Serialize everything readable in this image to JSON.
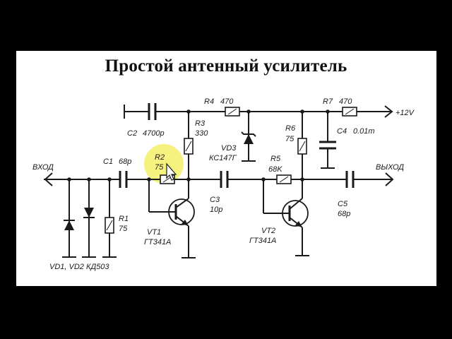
{
  "title": "Простой антенный усилитель",
  "colors": {
    "highlight": "#f4f06a",
    "ink": "#1a1a1a",
    "background": "#000000",
    "sheet": "#ffffff"
  },
  "ports": {
    "input": "ВХОД",
    "output": "ВЫХОД",
    "supply": "+12V"
  },
  "components": {
    "c1": {
      "ref": "C1",
      "value": "68p"
    },
    "c2": {
      "ref": "C2",
      "value": "4700p"
    },
    "c3": {
      "ref": "C3",
      "value": "10p"
    },
    "c4": {
      "ref": "C4",
      "value": "0.01m"
    },
    "c5": {
      "ref": "C5",
      "value": "68p"
    },
    "r1": {
      "ref": "R1",
      "value": "75"
    },
    "r2": {
      "ref": "R2",
      "value": "75"
    },
    "r3": {
      "ref": "R3",
      "value": "330"
    },
    "r4": {
      "ref": "R4",
      "value": "470"
    },
    "r5": {
      "ref": "R5",
      "value": "68K"
    },
    "r6": {
      "ref": "R6",
      "value": "75"
    },
    "r7": {
      "ref": "R7",
      "value": "470"
    },
    "vd3": {
      "ref": "VD3",
      "value": "КС147Г"
    },
    "vt1": {
      "ref": "VT1",
      "value": "ГТ341А"
    },
    "vt2": {
      "ref": "VT2",
      "value": "ГТ341А"
    },
    "vd12": {
      "label": "VD1, VD2 КД503"
    }
  }
}
